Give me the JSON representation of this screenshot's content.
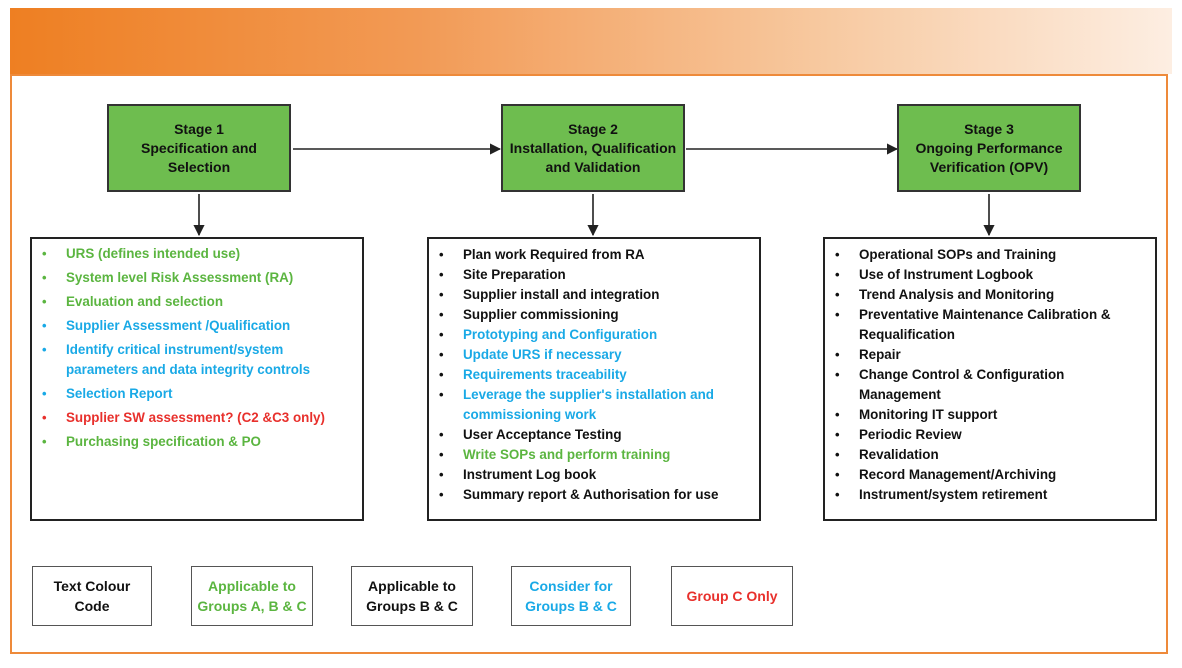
{
  "stages": [
    {
      "lines": [
        "Stage 1",
        "Specification and",
        "Selection"
      ]
    },
    {
      "lines": [
        "Stage 2",
        "Installation, Qualification",
        "and Validation"
      ]
    },
    {
      "lines": [
        "Stage 3",
        "Ongoing  Performance",
        "Verification (OPV)"
      ]
    }
  ],
  "lists": [
    {
      "items": [
        {
          "lines": [
            "URS (defines intended use)"
          ],
          "color": "green"
        },
        {
          "lines": [
            "System level Risk Assessment (RA)"
          ],
          "color": "green"
        },
        {
          "lines": [
            "Evaluation and selection"
          ],
          "color": "green"
        },
        {
          "lines": [
            "Supplier Assessment /Qualification"
          ],
          "color": "blue"
        },
        {
          "lines": [
            "Identify critical instrument/system",
            "parameters and data integrity controls"
          ],
          "color": "blue"
        },
        {
          "lines": [
            "Selection Report"
          ],
          "color": "blue"
        },
        {
          "lines": [
            "Supplier SW assessment? (C2 &C3 only)"
          ],
          "color": "red"
        },
        {
          "lines": [
            "Purchasing specification & PO"
          ],
          "color": "green"
        }
      ]
    },
    {
      "items": [
        {
          "lines": [
            "Plan work Required from RA"
          ],
          "color": "black"
        },
        {
          "lines": [
            "Site Preparation"
          ],
          "color": "black"
        },
        {
          "lines": [
            "Supplier install and integration"
          ],
          "color": "black"
        },
        {
          "lines": [
            "Supplier commissioning"
          ],
          "color": "black"
        },
        {
          "lines": [
            "Prototyping and Configuration"
          ],
          "color": "blue"
        },
        {
          "lines": [
            "Update URS if necessary"
          ],
          "color": "blue"
        },
        {
          "lines": [
            "Requirements traceability"
          ],
          "color": "blue"
        },
        {
          "lines": [
            "Leverage the supplier's installation and",
            "commissioning work"
          ],
          "color": "blue"
        },
        {
          "lines": [
            "User Acceptance Testing"
          ],
          "color": "black"
        },
        {
          "lines": [
            "Write SOPs and perform training"
          ],
          "color": "green"
        },
        {
          "lines": [
            "Instrument Log book"
          ],
          "color": "black"
        },
        {
          "lines": [
            "Summary report & Authorisation for use"
          ],
          "color": "black"
        }
      ]
    },
    {
      "items": [
        {
          "lines": [
            "Operational SOPs and Training"
          ],
          "color": "black"
        },
        {
          "lines": [
            "Use of Instrument Logbook"
          ],
          "color": "black"
        },
        {
          "lines": [
            "Trend Analysis and Monitoring"
          ],
          "color": "black"
        },
        {
          "lines": [
            "Preventative Maintenance Calibration &",
            "Requalification"
          ],
          "color": "black"
        },
        {
          "lines": [
            "Repair"
          ],
          "color": "black"
        },
        {
          "lines": [
            "Change Control & Configuration",
            "Management"
          ],
          "color": "black"
        },
        {
          "lines": [
            "Monitoring IT support"
          ],
          "color": "black"
        },
        {
          "lines": [
            "Periodic Review"
          ],
          "color": "black"
        },
        {
          "lines": [
            "Revalidation"
          ],
          "color": "black"
        },
        {
          "lines": [
            "Record Management/Archiving"
          ],
          "color": "black"
        },
        {
          "lines": [
            "Instrument/system retirement"
          ],
          "color": "black"
        }
      ]
    }
  ],
  "legend": [
    {
      "lines": [
        "Text Colour",
        "Code"
      ],
      "color": "black"
    },
    {
      "lines": [
        "Applicable to",
        "Groups A, B & C"
      ],
      "color": "green"
    },
    {
      "lines": [
        "Applicable to",
        "Groups B & C"
      ],
      "color": "black"
    },
    {
      "lines": [
        "Consider for",
        "Groups B & C"
      ],
      "color": "blue"
    },
    {
      "lines": [
        "Group C Only"
      ],
      "color": "red"
    }
  ],
  "colors": {
    "green": "#5bb540",
    "blue": "#19a9e6",
    "red": "#e8302c",
    "black": "#111111",
    "stage_fill": "#6ebd4f",
    "banner_orange": "#ee7f22"
  },
  "bullet_glyph": "•"
}
